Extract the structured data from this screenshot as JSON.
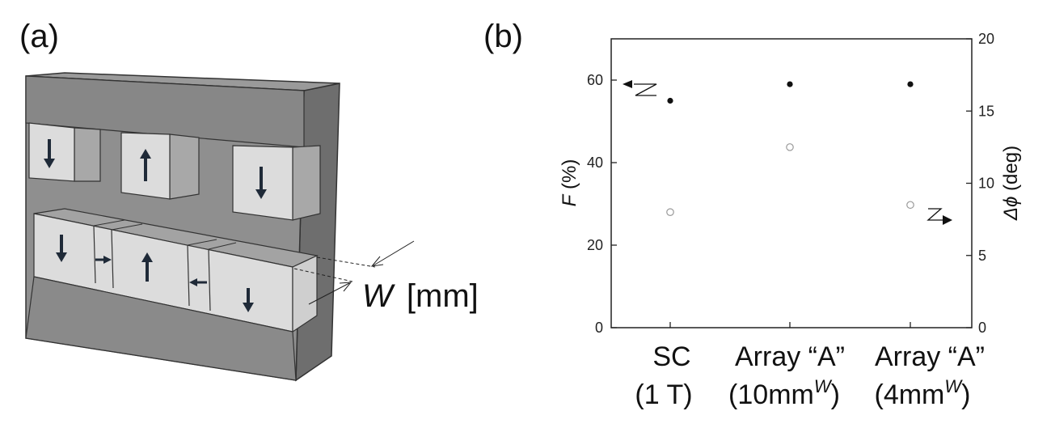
{
  "panels": {
    "a_label": "(a)",
    "b_label": "(b)"
  },
  "diagram": {
    "w_symbol": "W",
    "w_unit": "[mm]"
  },
  "chart_data": {
    "type": "scatter",
    "categories": [
      "SC",
      "Array “A”",
      "Array “A”"
    ],
    "category_sublabels": [
      {
        "main": "(1 T)",
        "sup": ""
      },
      {
        "main": "(10mm",
        "sup": "W",
        "end": ")"
      },
      {
        "main": "(4mm",
        "sup": "W",
        "end": ")"
      }
    ],
    "series": [
      {
        "axis": "left",
        "marker": "filled",
        "color": "#111111",
        "values": [
          55,
          59,
          59
        ]
      },
      {
        "axis": "right",
        "marker": "open",
        "color": "#999999",
        "values": [
          8.0,
          12.5,
          8.5
        ]
      }
    ],
    "ylabel_left_italic": "F",
    "ylabel_left_unit": " (%)",
    "ylabel_right_italic": "Δϕ",
    "ylabel_right_unit": " (deg)",
    "ylim_left": [
      0,
      70
    ],
    "ylim_right": [
      0,
      20
    ],
    "yticks_left": [
      0,
      20,
      40,
      60
    ],
    "yticks_right": [
      0,
      5,
      10,
      15,
      20
    ],
    "grid": false
  }
}
